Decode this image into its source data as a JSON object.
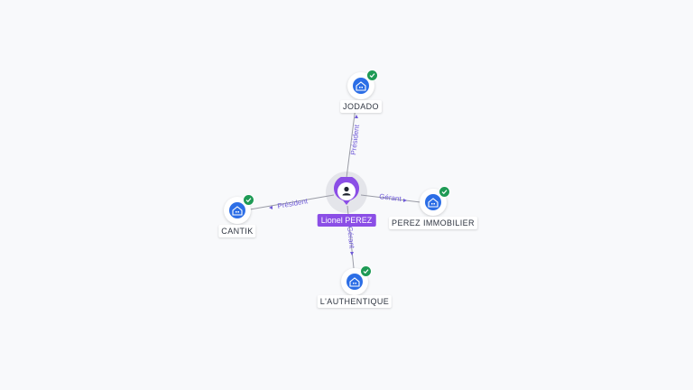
{
  "person": {
    "name": "Lionel PEREZ",
    "icon": "person-icon",
    "color": "#8b4ee6"
  },
  "companies": [
    {
      "id": "jodado",
      "name": "JODADO",
      "icon": "building-icon",
      "verified": true
    },
    {
      "id": "cantik",
      "name": "CANTIK",
      "icon": "building-icon",
      "verified": true
    },
    {
      "id": "perez-immobilier",
      "name": "PEREZ IMMOBILIER",
      "icon": "building-icon",
      "verified": true
    },
    {
      "id": "lauthentique",
      "name": "L'AUTHENTIQUE",
      "icon": "building-icon",
      "verified": true
    }
  ],
  "relations": [
    {
      "to": "jodado",
      "role": "Président"
    },
    {
      "to": "cantik",
      "role": "Président"
    },
    {
      "to": "perez-immobilier",
      "role": "Gérant"
    },
    {
      "to": "lauthentique",
      "role": "Gérant"
    }
  ],
  "colors": {
    "company": "#2c6ee6",
    "verified": "#1e9a55",
    "edge_label": "#6f5ad8",
    "background": "#f8f9fb"
  }
}
